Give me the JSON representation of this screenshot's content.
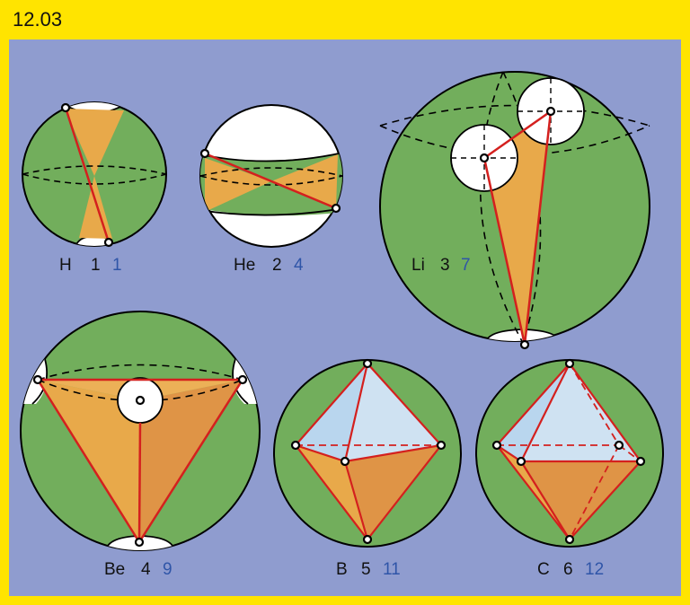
{
  "header": {
    "title": "12.03"
  },
  "colors": {
    "frame": "#ffe400",
    "panel": "#8f9ccf",
    "sphere": "#72ae5c",
    "orange": "#e8a94a",
    "orange_dark": "#df9446",
    "light_blue": "#c8def1",
    "edge": "#d4201e",
    "number_blue": "#2f55a8"
  },
  "elements": [
    {
      "symbol": "H",
      "n": "1",
      "count": "1"
    },
    {
      "symbol": "He",
      "n": "2",
      "count": "4"
    },
    {
      "symbol": "Li",
      "n": "3",
      "count": "7"
    },
    {
      "symbol": "Be",
      "n": "4",
      "count": "9"
    },
    {
      "symbol": "B",
      "n": "5",
      "count": "11"
    },
    {
      "symbol": "C",
      "n": "6",
      "count": "12"
    }
  ]
}
